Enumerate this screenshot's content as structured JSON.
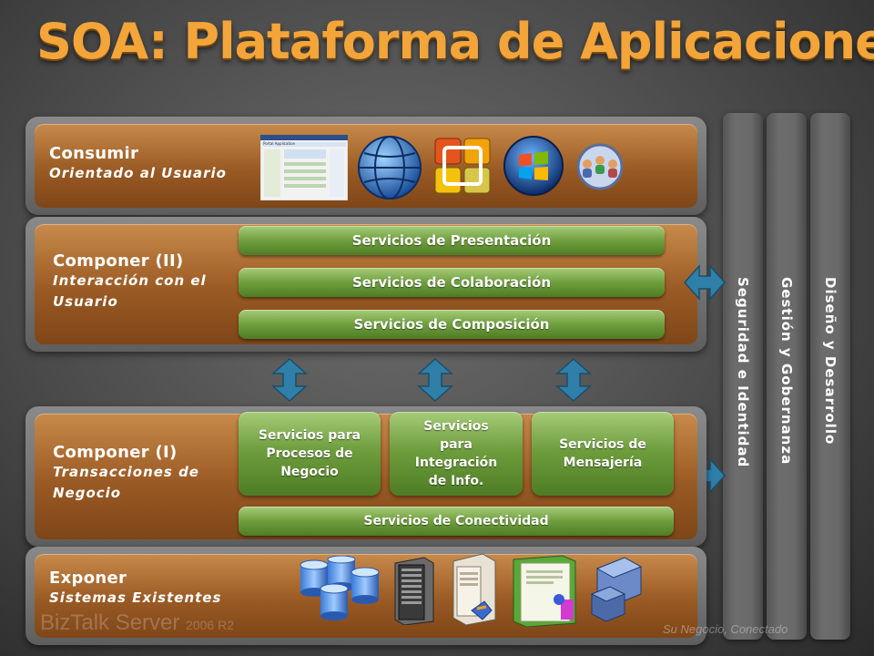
{
  "title": "SOA: Plataforma de Aplicaciones",
  "layers": {
    "consumir": {
      "title": "Consumir",
      "subtitle": "Orientado al Usuario"
    },
    "componer2": {
      "title": "Componer (II)",
      "subtitle_line1": "Interacción con el",
      "subtitle_line2": "Usuario"
    },
    "componer1": {
      "title": "Componer (I)",
      "subtitle_line1": "Transacciones de",
      "subtitle_line2": "Negocio"
    },
    "exponer": {
      "title": "Exponer",
      "subtitle": "Sistemas Existentes"
    }
  },
  "services_upper": [
    "Servicios de Presentación",
    "Servicios de Colaboración",
    "Servicios de Composición"
  ],
  "services_lower": {
    "procesos": [
      "Servicios para",
      "Procesos de",
      "Negocio"
    ],
    "integracion": [
      "Servicios",
      "para",
      "Integración",
      "de Info."
    ],
    "mensajeria": [
      "Servicios de",
      "Mensajería"
    ],
    "conectividad": "Servicios de Conectividad"
  },
  "pillars": [
    "Seguridad e Identidad",
    "Gestión y Gobernanza",
    "Diseño y Desarrollo"
  ],
  "screenshot_caption": "Portal Application",
  "footer": {
    "product": "BizTalk Server",
    "version": "2006 R2",
    "tagline": "Su Negocio, Conectado"
  },
  "colors": {
    "title": "#f3a53a",
    "layer": "#9a5a24",
    "service": "#6f9e3e",
    "arrow": "#2f7fa8"
  }
}
